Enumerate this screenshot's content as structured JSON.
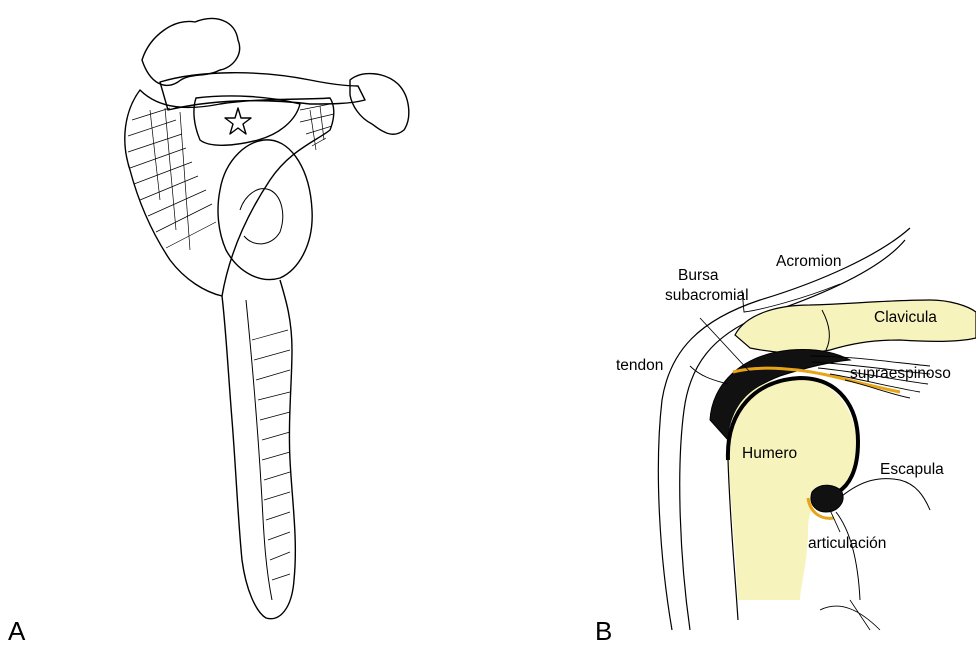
{
  "panels": [
    {
      "letter": "A"
    },
    {
      "letter": "B"
    }
  ],
  "labels": {
    "acromion": "Acromion",
    "bursa_line1": "Bursa",
    "bursa_line2": "subacromial",
    "tendon": "tendon",
    "clavicula": "Clavicula",
    "supraespinoso": "supraespinoso",
    "humero": "Humero",
    "escapula": "Escapula",
    "articulacion": "articulación"
  },
  "colors": {
    "bone_fill": "#f7f3bd",
    "bursa_fill": "#111111",
    "cartilage_accent": "#e8a317",
    "line": "#000000"
  }
}
